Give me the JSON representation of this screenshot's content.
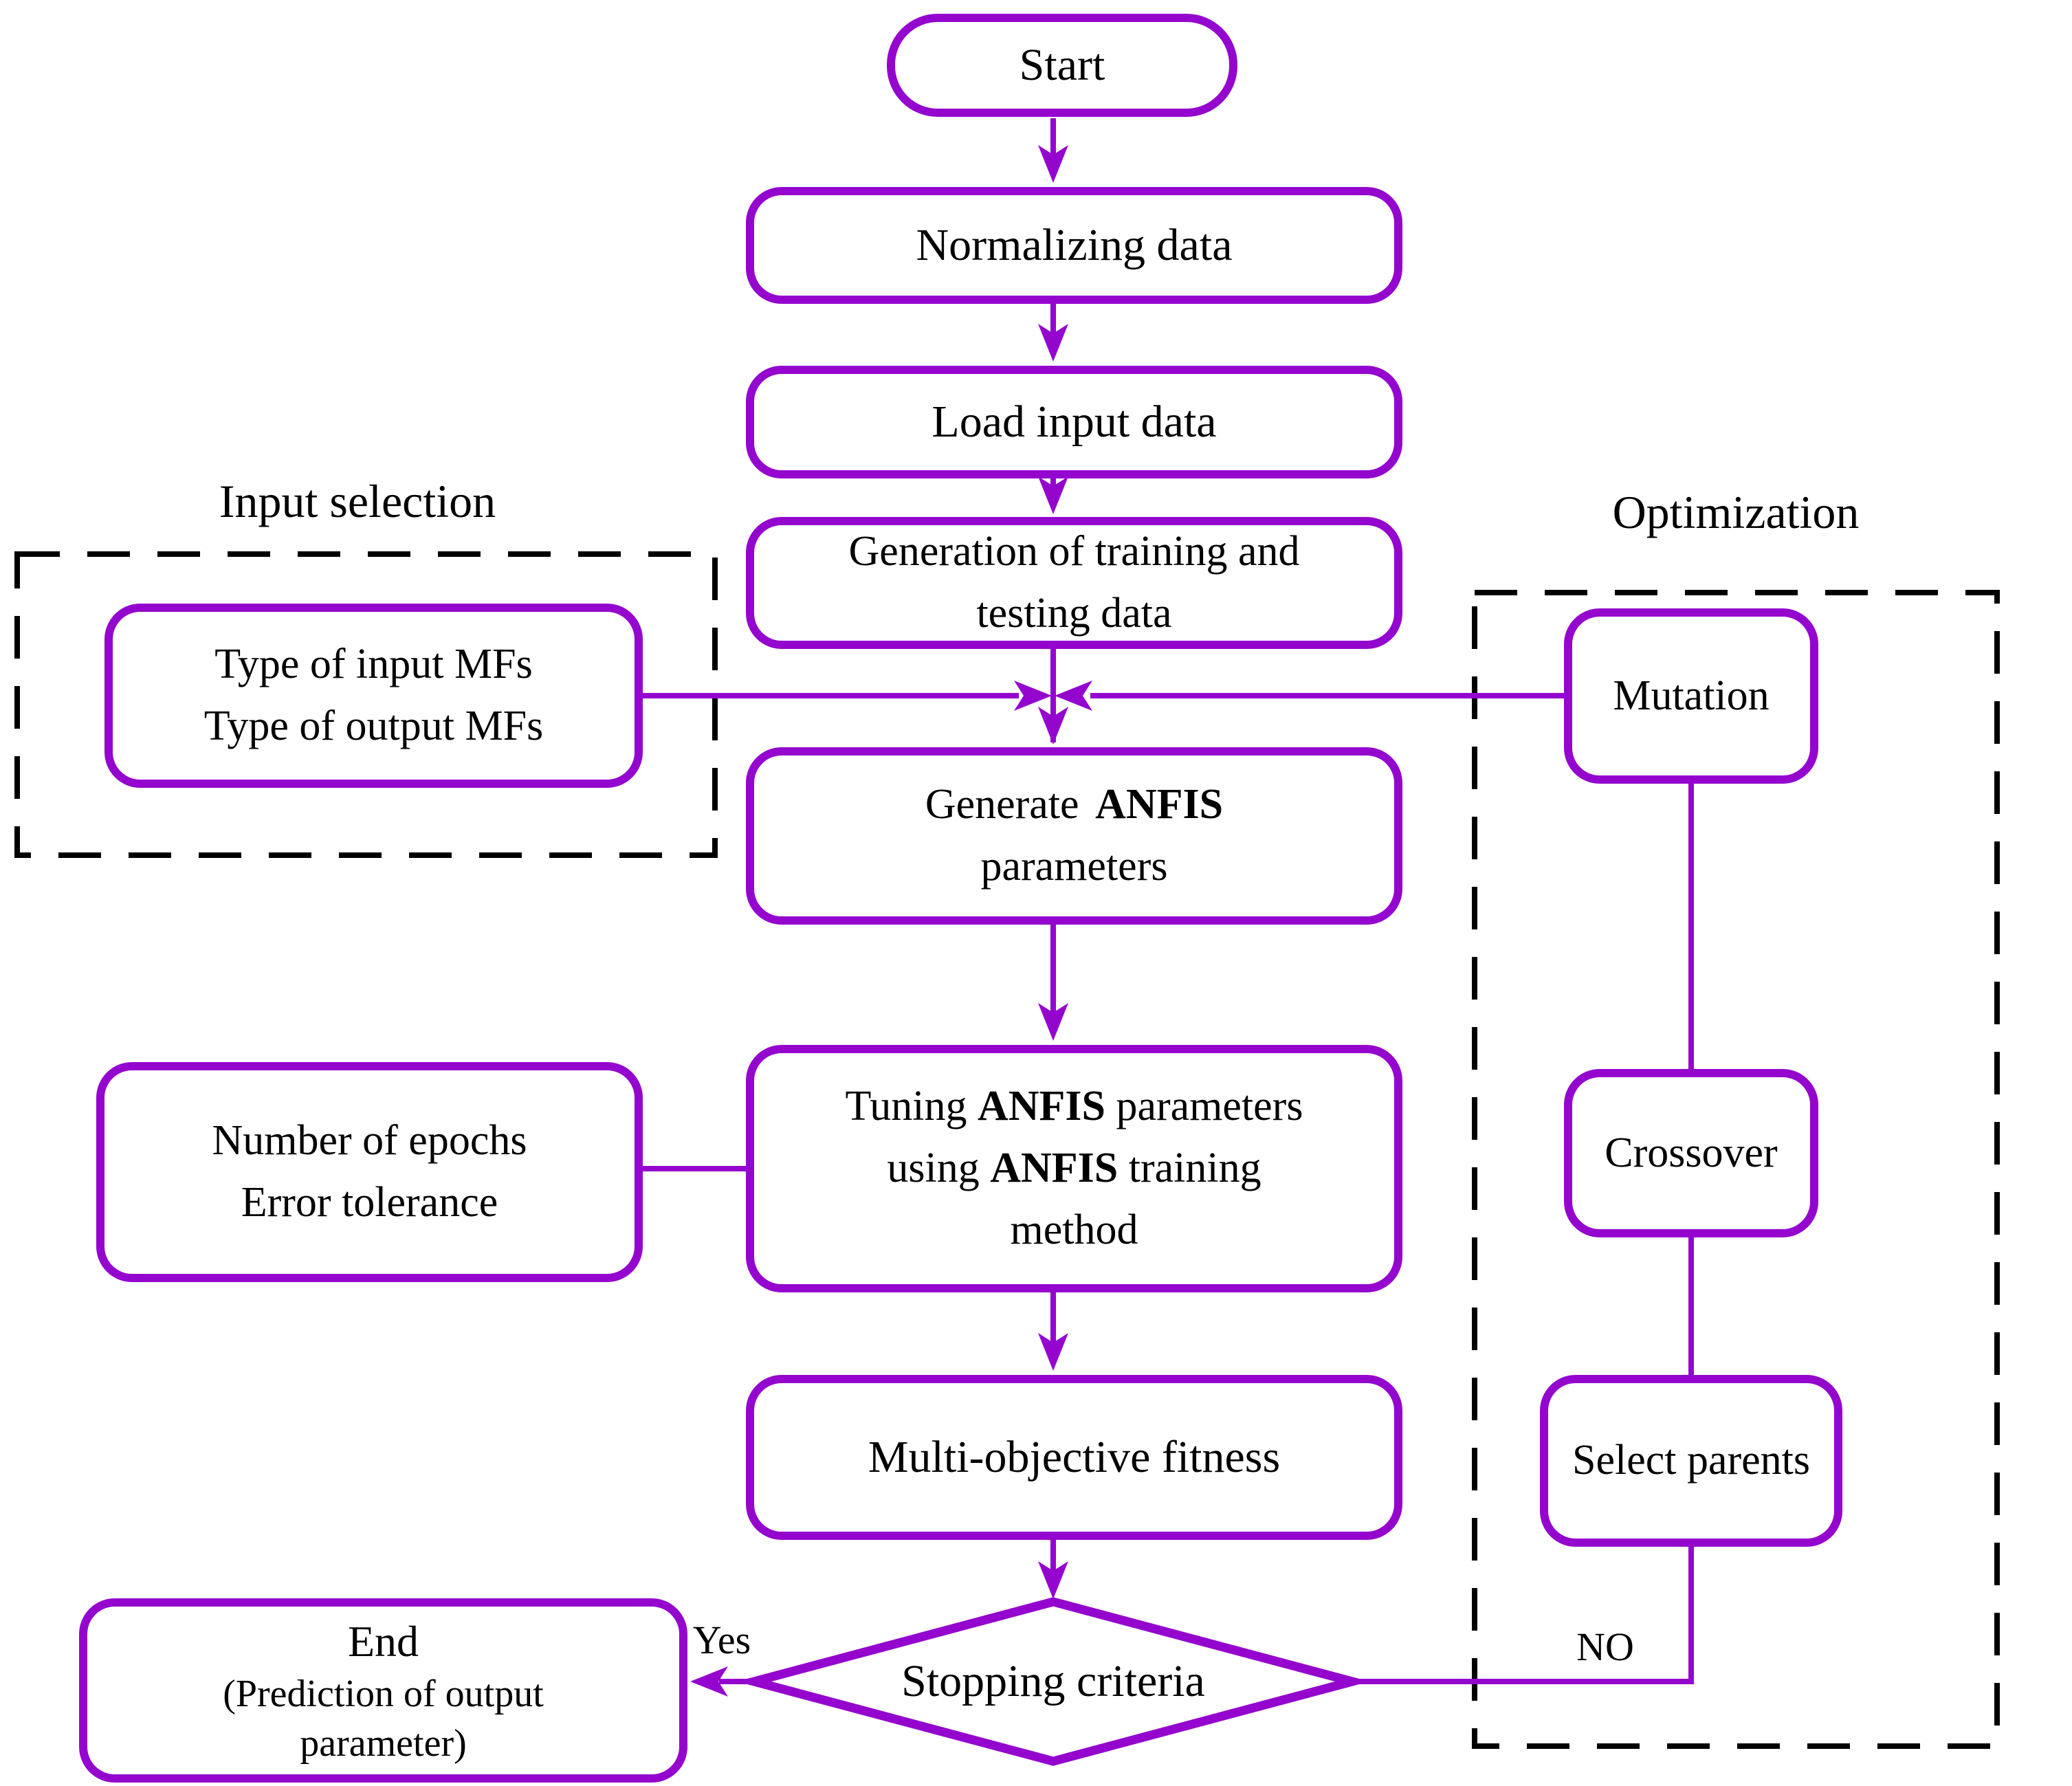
{
  "colors": {
    "accent_purple": "#9406CE",
    "dashed_group_border": "#000000",
    "text": "#000000",
    "background": "#FFFFFF"
  },
  "nodes": {
    "start": {
      "label": "Start"
    },
    "normalizing": {
      "label": "Normalizing data"
    },
    "load_input": {
      "label": "Load input data"
    },
    "generation": {
      "line1": "Generation of training and",
      "line2": "testing data"
    },
    "generate_anfis": {
      "l1a": "Generate",
      "l1b": "ANFIS",
      "line2": "parameters"
    },
    "tuning": {
      "l1a": "Tuning ",
      "l1b": "ANFIS",
      "l1c": " parameters",
      "l2a": "using ",
      "l2b": "ANFIS",
      "l2c": " training",
      "line3": "method"
    },
    "multi_objective": {
      "label": "Multi-objective fitness"
    },
    "stopping": {
      "label": "Stopping criteria"
    },
    "mfs": {
      "line1": "Type of input MFs",
      "line2": "Type of output MFs"
    },
    "epochs": {
      "line1": "Number of epochs",
      "line2": "Error tolerance"
    },
    "end": {
      "line1": "End",
      "line2": "(Prediction of output",
      "line3": "parameter)"
    },
    "mutation": {
      "label": "Mutation"
    },
    "crossover": {
      "label": "Crossover"
    },
    "select_parents": {
      "label": "Select parents"
    }
  },
  "groups": {
    "input_selection": {
      "label": "Input selection"
    },
    "optimization": {
      "label": "Optimization"
    }
  },
  "edges": {
    "yes_label": "Yes",
    "no_label": "NO"
  }
}
